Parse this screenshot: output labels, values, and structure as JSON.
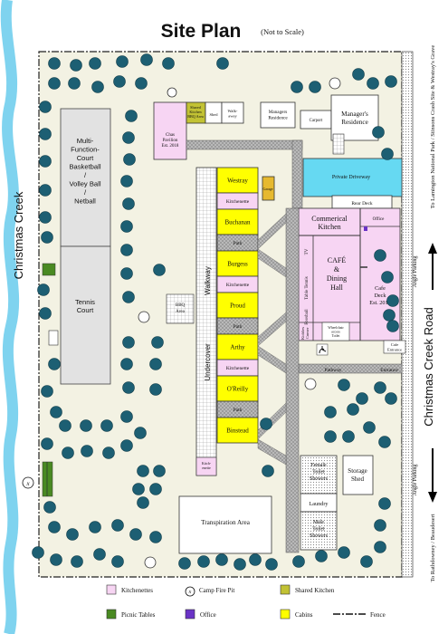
{
  "title": "Site Plan",
  "subtitle": "(Not to Scale)",
  "creek_label": "Christmas Creek",
  "road_label": "Christmas Creek Road",
  "road_side_text_top": "To Lamington National Park / Stinsons Crash Site & Westray's Grave",
  "road_side_text_bottom": "To Rathdowney / Beaudesert",
  "angle_parking": "Angle Parking",
  "courts": {
    "multi": [
      "Multi-",
      "Function-",
      "Court",
      "",
      "Basketball",
      "/",
      "Volley Ball",
      "/",
      "Netball"
    ],
    "tennis": [
      "Tennis",
      "Court"
    ]
  },
  "buildings": {
    "chas_pavilion": [
      "Chas",
      "Pavilion",
      "Est. 2018"
    ],
    "shared_kitchen": [
      "Shared",
      "Kitchen",
      "BBQ Area"
    ],
    "shed": "Shed",
    "walk_away": [
      "Walk-",
      "away"
    ],
    "managers_residence_small": [
      "Managers",
      "Residence"
    ],
    "carport": "Carport",
    "managers_residence": [
      "Manager's",
      "Residence"
    ],
    "private_driveway": "Private Driveway",
    "rear_deck": "Rear Deck",
    "commercial_kitchen": [
      "Commerical",
      "Kitchen"
    ],
    "office": "Office",
    "tv": "TV",
    "table_tennis": "Table Tennis",
    "foosball": "Foosball",
    "kiddies_corner": [
      "Kiddies",
      "Corner"
    ],
    "cafe": [
      "CAFÉ",
      "&",
      "Dining",
      "Hall"
    ],
    "cafe_deck": [
      "Cafe",
      "Deck",
      "Est. 2017"
    ],
    "wheelchair_toilet": [
      "Wheelchair",
      "access",
      "Toilet"
    ],
    "cafe_entrance": [
      "Cafe",
      "Entrance"
    ],
    "pathway": "Pathway",
    "entrance": "Entrance",
    "bbq_area": [
      "BBQ",
      "Area"
    ],
    "walkway": "Walkway",
    "undercover": "Undercover",
    "garage": "Garage",
    "female_toilets": [
      "Female",
      "Toilet",
      "Showers"
    ],
    "laundry": "Laundry",
    "male_toilets": [
      "Male",
      "Toilet",
      "Showers"
    ],
    "storage_shed": [
      "Storage",
      "Shed"
    ],
    "transpiration_area": "Transpiration Area",
    "kitchenette_small": [
      "Kitch-",
      "enette"
    ]
  },
  "cabins": [
    {
      "label": "Westray",
      "kind": "cabin"
    },
    {
      "label": "Kitchenette",
      "kind": "kitchenette"
    },
    {
      "label": "Buchanan",
      "kind": "cabin"
    },
    {
      "label": "Path",
      "kind": "path"
    },
    {
      "label": "Burgess",
      "kind": "cabin"
    },
    {
      "label": "Kitchenette",
      "kind": "kitchenette"
    },
    {
      "label": "Proud",
      "kind": "cabin"
    },
    {
      "label": "Path",
      "kind": "path"
    },
    {
      "label": "Arthy",
      "kind": "cabin"
    },
    {
      "label": "Kitchenette",
      "kind": "kitchenette"
    },
    {
      "label": "O'Reilly",
      "kind": "cabin"
    },
    {
      "label": "Path",
      "kind": "path"
    },
    {
      "label": "Binstead",
      "kind": "cabin"
    }
  ],
  "camp_fire_symbol": "x",
  "legend": {
    "kitchenettes": "Kitchenettes",
    "camp_fire_pit": "Camp Fire Pit",
    "shared_kitchen": "Shared Kitchen",
    "picnic_tables": "Picnic Tables",
    "office": "Office",
    "cabins": "Cabins",
    "fence": "Fence"
  },
  "colors": {
    "grass": "#f3f2e3",
    "creek": "#7fd3ef",
    "tree": "#1d5f73",
    "court": "#e2e2e2",
    "cabin": "#ffff00",
    "kitchenette": "#f7d5f3",
    "shared_kitchen": "#c2c234",
    "picnic": "#4a8a22",
    "office": "#6a33c6",
    "driveway": "#66d9f2",
    "garage": "#e6b92f",
    "path": "#8c8c8c"
  }
}
